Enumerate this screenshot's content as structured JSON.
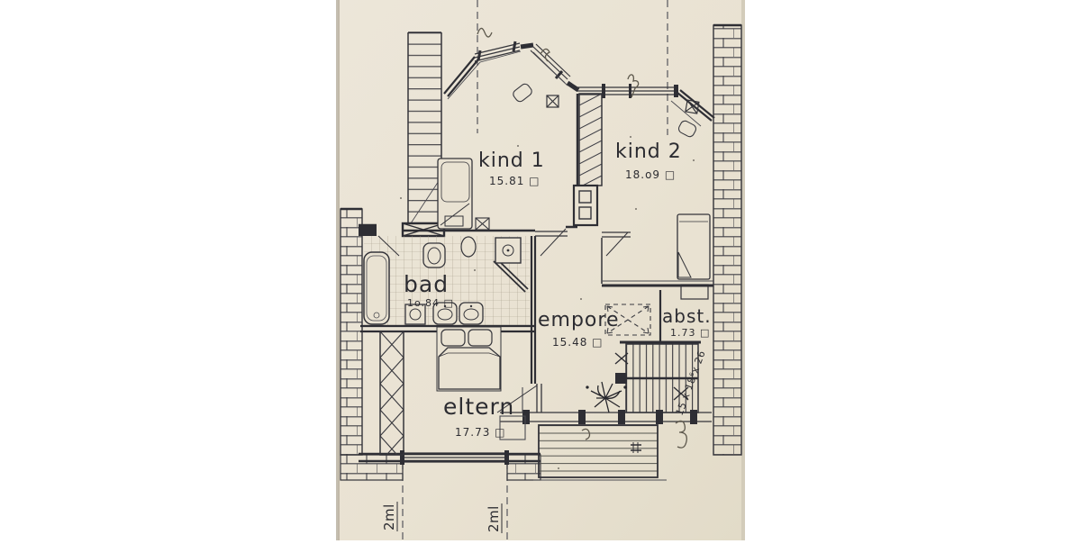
{
  "window": {
    "background": "#ffffff"
  },
  "photo": {
    "paper_color": "#eae3d4",
    "ink_color": "#303036",
    "pencil_color": "#6f695c"
  },
  "floor_plan": {
    "rooms": [
      {
        "name": "kind 1",
        "area": "15.81 □"
      },
      {
        "name": "kind 2",
        "area": "18.o9 □"
      },
      {
        "name": "bad",
        "area": "1o.84 □"
      },
      {
        "name": "empore",
        "area": "15.48 □"
      },
      {
        "name": "abst.",
        "area": "1.73 □"
      },
      {
        "name": "eltern",
        "area": "17.73 □"
      }
    ],
    "annotations": {
      "stair_dimensions": "15 x 18⁶x 26",
      "height_marker_left": "2ml",
      "height_marker_right": "2ml"
    }
  }
}
